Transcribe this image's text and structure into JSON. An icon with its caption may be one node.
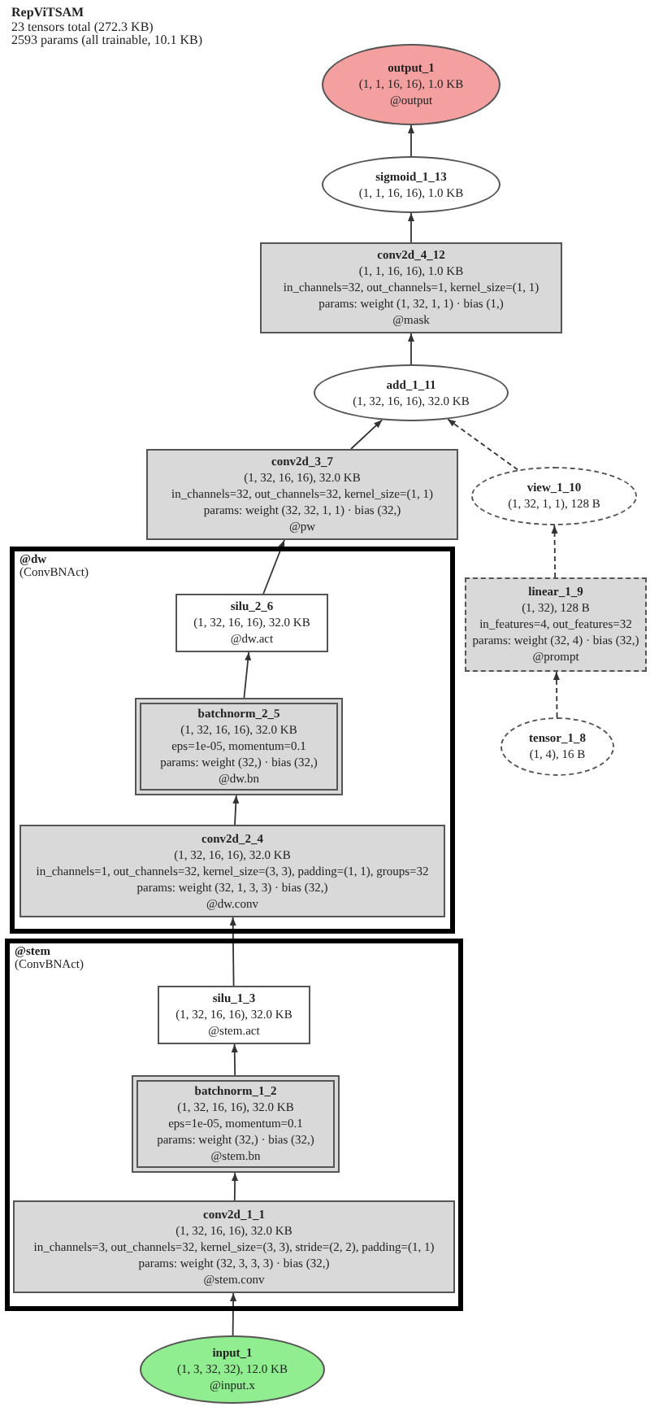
{
  "diagram": {
    "title": "RepViTSAM",
    "labels": [
      "23 tensors total (272.3 KB)",
      "2593 params (all trainable, 10.1 KB)"
    ],
    "nodes": [
      {
        "text": [
          "output_1",
          "(1, 1, 16, 16), 1.0 KB",
          "@output"
        ]
      },
      {
        "text": [
          "sigmoid_1_13",
          "(1, 1, 16, 16), 1.0 KB"
        ]
      },
      {
        "text": [
          "conv2d_4_12",
          "(1, 1, 16, 16), 1.0 KB",
          "in_channels=32, out_channels=1, kernel_size=(1, 1)",
          "params: weight (1, 32, 1, 1) · bias (1,)",
          "@mask"
        ]
      },
      {
        "text": [
          "add_1_11",
          "(1, 32, 16, 16), 32.0 KB"
        ]
      },
      {
        "text": [
          "conv2d_3_7",
          "(1, 32, 16, 16), 32.0 KB",
          "in_channels=32, out_channels=32, kernel_size=(1, 1)",
          "params: weight (32, 32, 1, 1) · bias (32,)",
          "@pw"
        ]
      },
      {
        "text": [
          "view_1_10",
          "(1, 32, 1, 1), 128 B"
        ]
      },
      {
        "text": [
          "@dw",
          "(ConvBNAct)"
        ]
      },
      {
        "text": [
          "silu_2_6",
          "(1, 32, 16, 16), 32.0 KB",
          "@dw.act"
        ],
        "in": 6
      },
      {
        "text": [
          "linear_1_9",
          "(1, 32), 128 B",
          "in_features=4, out_features=32",
          "params: weight (32, 4) · bias (32,)",
          "@prompt"
        ]
      },
      {
        "text": [
          "batchnorm_2_5",
          "(1, 32, 16, 16), 32.0 KB",
          "eps=1e-05, momentum=0.1",
          "params: weight (32,) · bias (32,)",
          "@dw.bn"
        ],
        "in": 6
      },
      {
        "text": [
          "tensor_1_8",
          "(1, 4), 16 B"
        ]
      },
      {
        "text": [
          "conv2d_2_4",
          "(1, 32, 16, 16), 32.0 KB",
          "in_channels=1, out_channels=32, kernel_size=(3, 3), padding=(1, 1), groups=32",
          "params: weight (32, 1, 3, 3) · bias (32,)",
          "@dw.conv"
        ],
        "in": 6
      },
      {
        "text": [
          "@stem",
          "(ConvBNAct)"
        ]
      },
      {
        "text": [
          "silu_1_3",
          "(1, 32, 16, 16), 32.0 KB",
          "@stem.act"
        ],
        "in": 12
      },
      {
        "text": [
          "batchnorm_1_2",
          "(1, 32, 16, 16), 32.0 KB",
          "eps=1e-05, momentum=0.1",
          "params: weight (32,) · bias (32,)",
          "@stem.bn"
        ],
        "in": 12
      },
      {
        "text": [
          "conv2d_1_1",
          "(1, 32, 16, 16), 32.0 KB",
          "in_channels=3, out_channels=32, kernel_size=(3, 3), stride=(2, 2), padding=(1, 1)",
          "params: weight (32, 3, 3, 3) · bias (32,)",
          "@stem.conv"
        ],
        "in": 12
      },
      {
        "text": [
          "input_1",
          "(1, 3, 32, 32), 12.0 KB",
          "@input.x"
        ]
      }
    ],
    "edges": [
      {
        "from": 16,
        "to": 15,
        "arrow": "to"
      },
      {
        "from": 15,
        "to": 14,
        "arrow": "to"
      },
      {
        "from": 14,
        "to": 13,
        "arrow": "to"
      },
      {
        "from": 13,
        "to": 11,
        "arrow": "to"
      },
      {
        "from": 11,
        "to": 9,
        "arrow": "to"
      },
      {
        "from": 9,
        "to": 7,
        "arrow": "to"
      },
      {
        "from": 7,
        "to": 4,
        "arrow": "to"
      },
      {
        "from": 4,
        "to": 3,
        "arrow": "to"
      },
      {
        "from": 10,
        "to": 8,
        "arrow": "to",
        "style": "dashed"
      },
      {
        "from": 8,
        "to": 5,
        "arrow": "to",
        "style": "dashed"
      },
      {
        "from": 5,
        "to": 3,
        "arrow": "to",
        "style": "dashed"
      },
      {
        "from": 3,
        "to": 2,
        "arrow": "to"
      },
      {
        "from": 2,
        "to": 1,
        "arrow": "to"
      },
      {
        "from": 1,
        "to": 0,
        "arrow": "to"
      }
    ]
  }
}
